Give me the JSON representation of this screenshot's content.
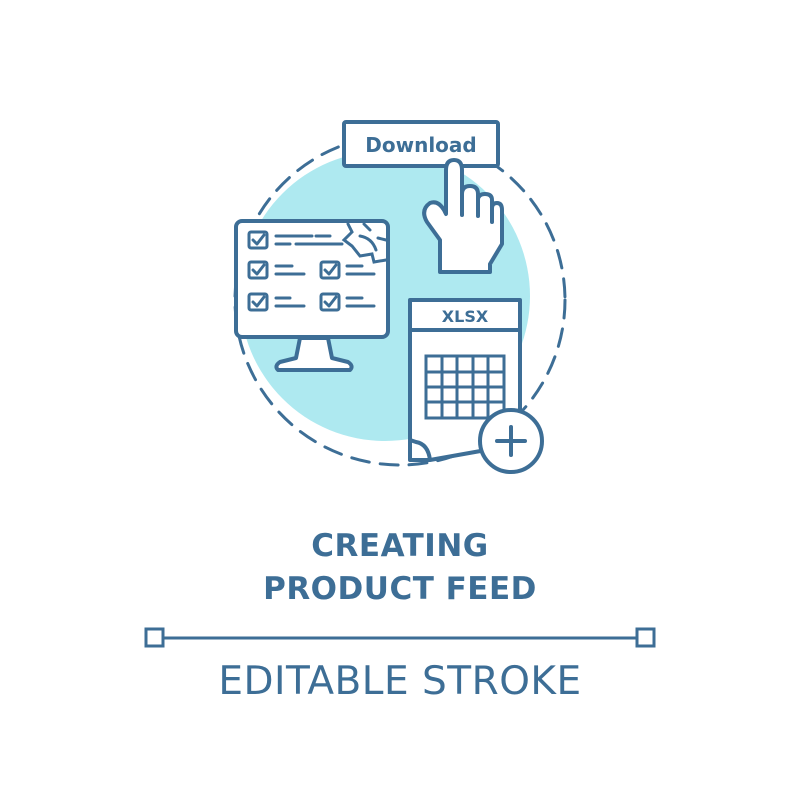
{
  "illustration": {
    "button_label": "Download",
    "file_label": "XLSX",
    "icons": [
      "download-button",
      "pointing-hand-icon",
      "monitor-icon",
      "checkbox-icon",
      "gear-icon",
      "spreadsheet-file-icon",
      "plus-circle-icon"
    ]
  },
  "title": {
    "line1": "CREATING",
    "line2": "PRODUCT FEED"
  },
  "caption": "EDITABLE STROKE",
  "colors": {
    "stroke": "#3d6e96",
    "accent_fill": "#aee9f0",
    "background": "#ffffff"
  }
}
